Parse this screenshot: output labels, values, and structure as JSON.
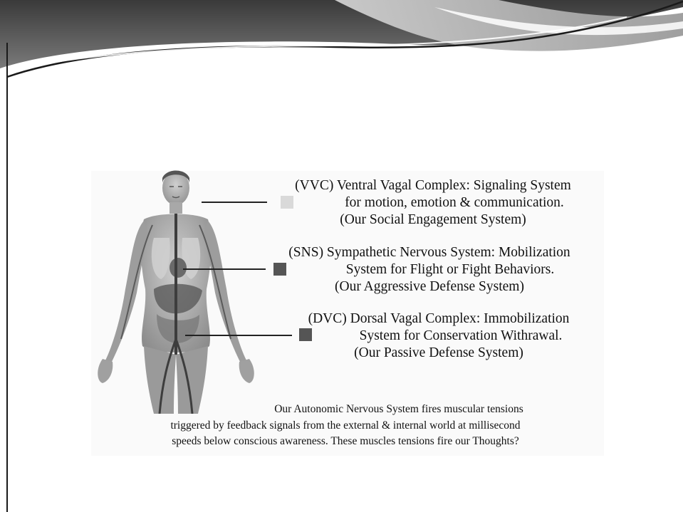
{
  "vvc": {
    "line1": "(VVC) Ventral Vagal Complex: Signaling System",
    "line2": "for motion, emotion & communication.",
    "line3": "(Our Social Engagement System)",
    "swatch_color": "#d9d9d9"
  },
  "sns": {
    "line1": "(SNS) Sympathetic Nervous System: Mobilization",
    "line2": "System for Flight or Fight Behaviors.",
    "line3": "(Our Aggressive Defense System)",
    "swatch_color": "#555555"
  },
  "dvc": {
    "line1": "(DVC) Dorsal Vagal Complex: Immobilization",
    "line2": "System for Conservation Withrawal.",
    "line3": "(Our Passive Defense System)",
    "swatch_color": "#555555"
  },
  "caption": {
    "line1": "Our Autonomic Nervous System fires muscular tensions",
    "line2": "triggered by feedback signals from the external & internal world at millisecond",
    "line3": "speeds below conscious awareness. These muscles tensions fire our Thoughts?"
  },
  "figure": {
    "icon": "anatomy-figure-icon"
  }
}
